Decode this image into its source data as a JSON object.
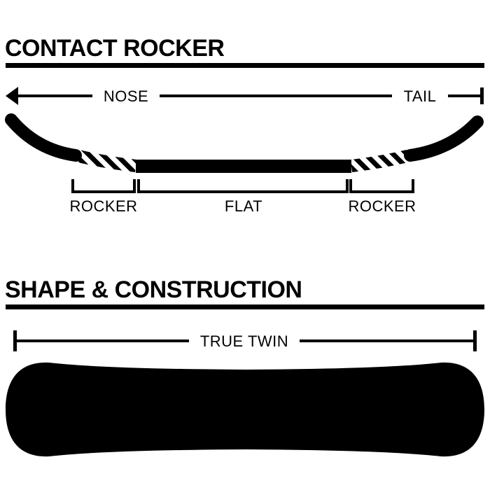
{
  "sections": {
    "rocker": {
      "title": "CONTACT ROCKER",
      "nose_label": "NOSE",
      "tail_label": "TAIL",
      "zones": {
        "left": "ROCKER",
        "center": "FLAT",
        "right": "ROCKER"
      }
    },
    "shape": {
      "title": "SHAPE & CONSTRUCTION",
      "shape_label": "TRUE TWIN"
    }
  },
  "colors": {
    "ink": "#000000",
    "background": "#ffffff"
  },
  "icons": {
    "direction_arrow": "arrow-left-icon",
    "end_marker": "bar-end-icon"
  }
}
